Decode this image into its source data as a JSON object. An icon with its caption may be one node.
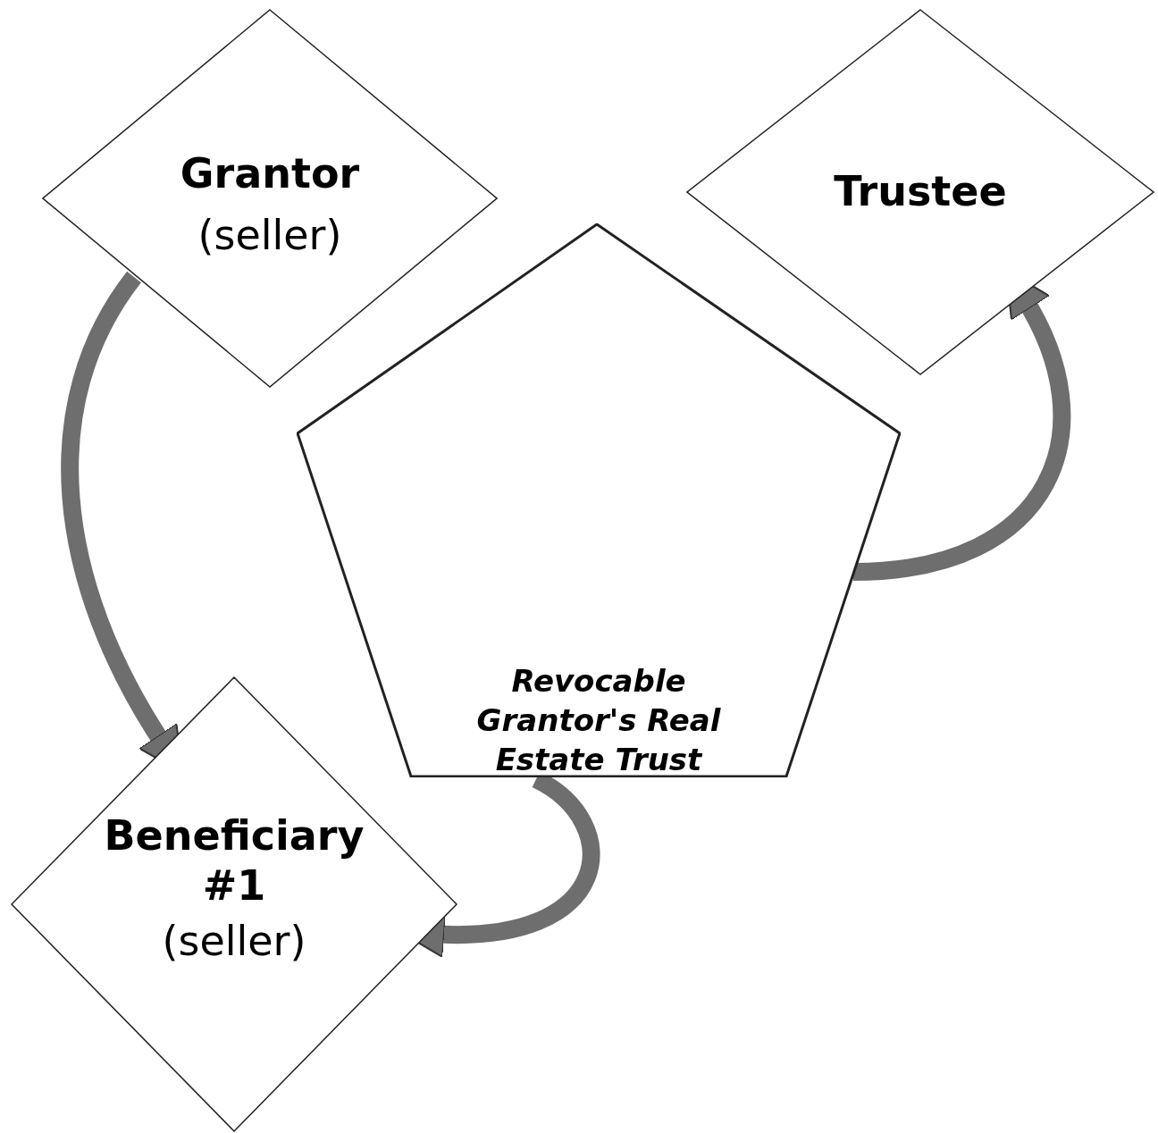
{
  "diagram": {
    "nodes": [
      {
        "text": [
          "Grantor",
          "(seller)"
        ]
      },
      {
        "text": [
          "Trustee"
        ]
      },
      {
        "text": [
          "Revocable Grantor's Real Estate Trust"
        ]
      },
      {
        "text": [
          "Beneficiary #1",
          "(seller)"
        ]
      }
    ],
    "edges": [
      {
        "from": 0,
        "to": 3,
        "arrow": "to"
      },
      {
        "from": 2,
        "to": 1,
        "arrow": "to"
      },
      {
        "from": 2,
        "to": 3,
        "arrow": "to"
      }
    ]
  }
}
